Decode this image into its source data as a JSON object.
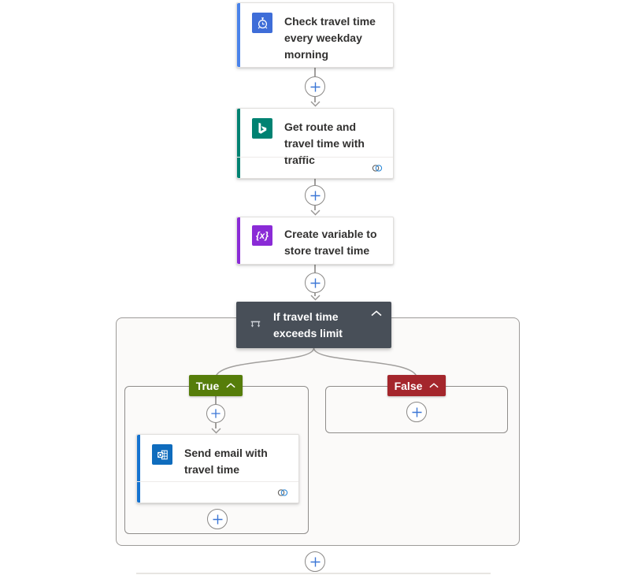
{
  "nodes": {
    "trigger": {
      "title": "Check travel time every weekday morning",
      "icon": "recurrence-clock-icon",
      "accent_color": "#4a83ea",
      "icon_bg_color": "#3e6dd8"
    },
    "get_route": {
      "title": "Get route and travel time with traffic",
      "icon": "bing-maps-icon",
      "accent_color": "#008272",
      "icon_bg_color": "#008272"
    },
    "create_variable": {
      "title": "Create variable to store travel time",
      "icon": "variable-icon",
      "icon_text": "{x}",
      "accent_color": "#8a2bd6",
      "icon_bg_color": "#8a2bd6"
    },
    "condition": {
      "title": "If travel time exceeds limit",
      "icon": "condition-branch-icon",
      "bg_color": "#484f58"
    },
    "send_email": {
      "title": "Send email with travel time",
      "icon": "outlook-icon",
      "accent_color": "#1573d0",
      "icon_bg_color": "#0f6cbd"
    }
  },
  "branches": {
    "true": {
      "label": "True",
      "bg_color": "#567d0a"
    },
    "false": {
      "label": "False",
      "bg_color": "#a4262c"
    }
  },
  "connectors": {
    "plus_color": "#3b76d6",
    "line_color": "#a19f9d"
  }
}
